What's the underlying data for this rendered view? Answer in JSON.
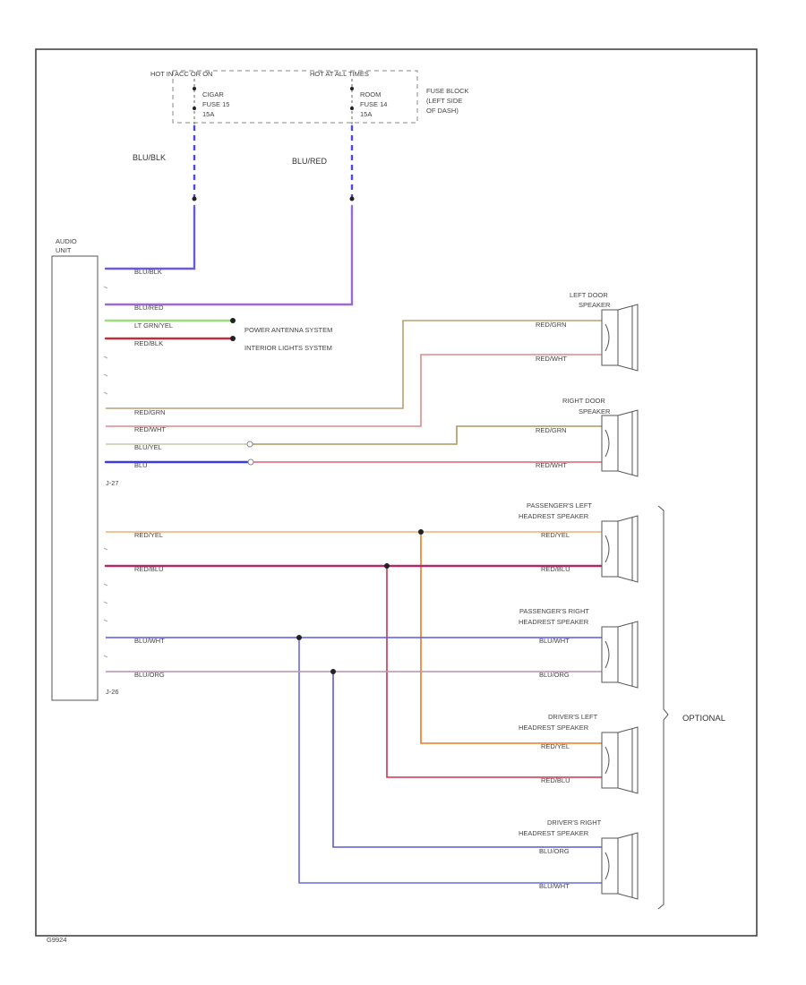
{
  "fuse_block": {
    "hot_acc_on": "HOT IN ACC OR ON",
    "hot_all_times": "HOT AT ALL TIMES",
    "fuse_left": [
      "CIGAR",
      "FUSE 15",
      "15A"
    ],
    "fuse_right": [
      "ROOM",
      "FUSE 14",
      "15A"
    ],
    "label": [
      "FUSE BLOCK",
      "(LEFT SIDE",
      "OF DASH)"
    ]
  },
  "feed_wires": {
    "left": "BLU/BLK",
    "right": "BLU/RED"
  },
  "audio_unit": {
    "label": [
      "AUDIO",
      "UNIT"
    ],
    "connector_top": "J-27",
    "connector_bottom": "J-26"
  },
  "unit_wires": {
    "blu_blk": "BLU/BLK",
    "blu_red": "BLU/RED",
    "lt_grn": "LT GRN/YEL",
    "red_blk": "RED/BLK",
    "red_grn": "RED/GRN",
    "red_wht": "RED/WHT",
    "blu_yel": "BLU/YEL",
    "blu": "BLU",
    "red_yel": "RED/YEL",
    "red_blu": "RED/BLU",
    "blu_wht": "BLU/WHT",
    "blu_org": "BLU/ORG"
  },
  "systems": {
    "power_antenna": "POWER ANTENNA SYSTEM",
    "interior_lights": "INTERIOR LIGHTS SYSTEM"
  },
  "speakers": {
    "left_door": {
      "title": [
        "LEFT DOOR",
        "SPEAKER"
      ],
      "wire1": "RED/GRN",
      "wire2": "RED/WHT"
    },
    "right_door": {
      "title": [
        "RIGHT DOOR",
        "SPEAKER"
      ],
      "wire1": "RED/GRN",
      "wire2": "RED/WHT"
    },
    "pass_left": {
      "title": [
        "PASSENGER'S LEFT",
        "HEADREST SPEAKER"
      ],
      "wire1": "RED/YEL",
      "wire2": "RED/BLU"
    },
    "pass_right": {
      "title": [
        "PASSENGER'S RIGHT",
        "HEADREST SPEAKER"
      ],
      "wire1": "BLU/WHT",
      "wire2": "BLU/ORG"
    },
    "driver_left": {
      "title": [
        "DRIVER'S LEFT",
        "HEADREST SPEAKER"
      ],
      "wire1": "RED/YEL",
      "wire2": "RED/BLU"
    },
    "driver_right": {
      "title": [
        "DRIVER'S RIGHT",
        "HEADREST SPEAKER"
      ],
      "wire1": "BLU/ORG",
      "wire2": "BLU/WHT"
    }
  },
  "optional_label": "OPTIONAL",
  "footer_code": "G9924",
  "colors": {
    "blu_blk": "#6a5ae0",
    "blu_red": "#9b6ad8",
    "lt_grn": "#9be07a",
    "red_blk": "#c0303a",
    "red_grn": "#b8a070",
    "red_wht": "#e08a8a",
    "blu_yel": "#c8c8a8",
    "blu": "#3a3ae8",
    "red_yel": "#f0b070",
    "red_blu": "#b02a6a",
    "blu_wht": "#5a5ae8",
    "blu_org": "#b890b0",
    "red_yel_drop": "#f07a20",
    "red_blu_drop": "#d03050"
  }
}
